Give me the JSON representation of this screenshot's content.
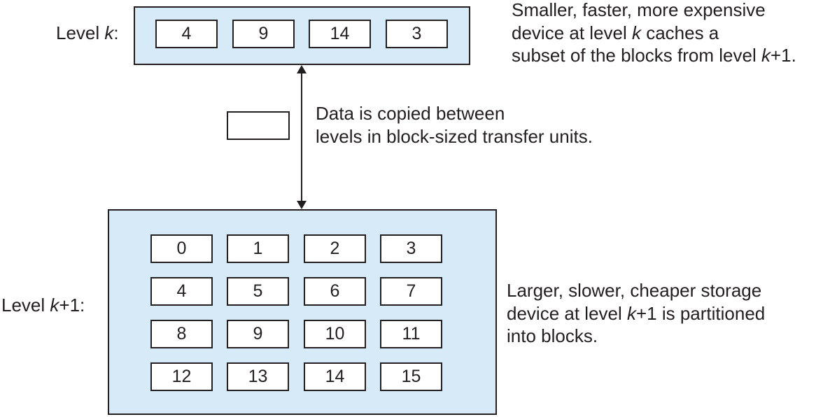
{
  "level_k": {
    "label_prefix": "Level ",
    "label_var": "k",
    "label_suffix": ":",
    "blocks": [
      "4",
      "9",
      "14",
      "3"
    ]
  },
  "level_k1": {
    "label_prefix": "Level ",
    "label_var": "k",
    "label_suffix": "+1:",
    "blocks": [
      [
        "0",
        "1",
        "2",
        "3"
      ],
      [
        "4",
        "5",
        "6",
        "7"
      ],
      [
        "8",
        "9",
        "10",
        "11"
      ],
      [
        "12",
        "13",
        "14",
        "15"
      ]
    ]
  },
  "notes": {
    "top": {
      "line1": "Smaller, faster, more expensive",
      "line2_pre": "device at level ",
      "line2_var": "k",
      "line2_post": " caches a",
      "line3_pre": "subset of the blocks from level ",
      "line3_var": "k",
      "line3_post": "+1."
    },
    "middle": {
      "line1": "Data is copied between",
      "line2": "levels in block-sized transfer units."
    },
    "bottom": {
      "line1": "Larger, slower, cheaper storage",
      "line2_pre": "device at level ",
      "line2_var": "k",
      "line2_post": "+1 is partitioned",
      "line3": "into blocks."
    }
  },
  "colors": {
    "panel_fill": "#d6ebf7",
    "stroke": "#231f20",
    "block_fill": "#ffffff"
  }
}
